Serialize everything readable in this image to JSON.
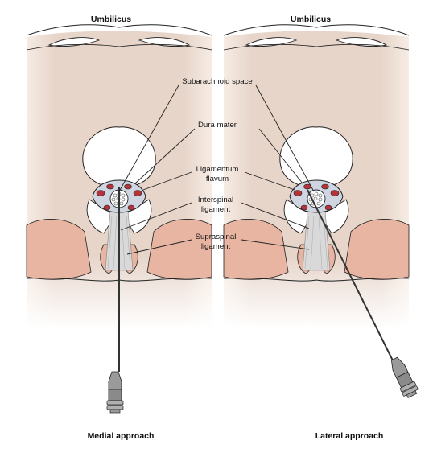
{
  "left_panel": {
    "top_label": "Umbilicus",
    "bottom_label": "Medial approach"
  },
  "right_panel": {
    "top_label": "Umbilicus",
    "bottom_label": "Lateral approach"
  },
  "labels": {
    "subarachnoid": "Subarachnoid space",
    "dura": "Dura mater",
    "ligamentum_line1": "Ligamentum",
    "ligamentum_line2": "flavum",
    "interspinal_line1": "Interspinal",
    "interspinal_line2": "ligament",
    "supraspinal_line1": "Supraspinal",
    "supraspinal_line2": "ligament"
  },
  "colors": {
    "skin": "#f1e3d6",
    "body_fill": "#e6d3c9",
    "muscle": "#e8b8a4",
    "vessel": "#b5333a",
    "dura_fill": "#cfd6e2",
    "needle_hub": "#8a8a8a"
  }
}
